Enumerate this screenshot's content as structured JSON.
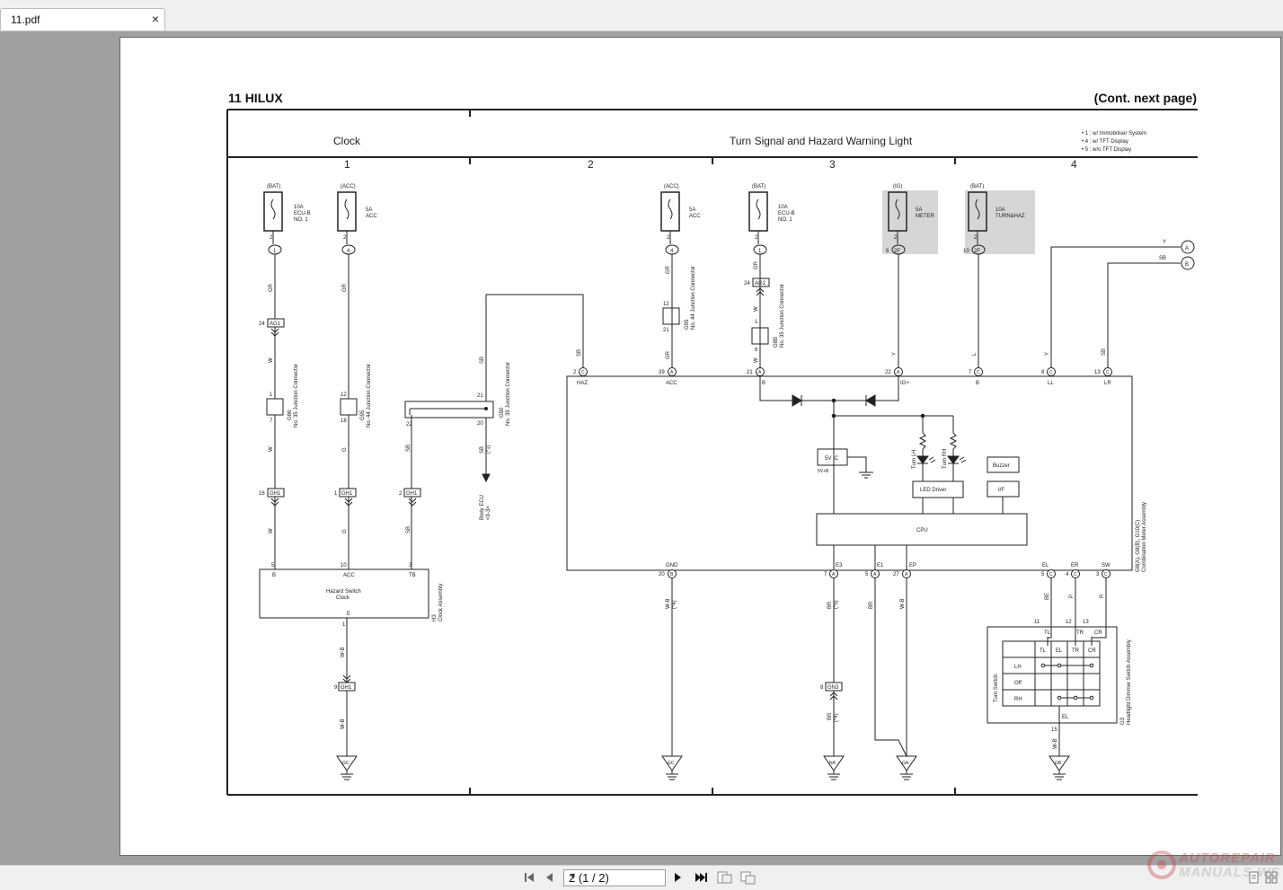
{
  "tab": {
    "title": "11.pdf",
    "close": "×"
  },
  "sheet": {
    "title": "11  HILUX",
    "cont": "(Cont.  next page)"
  },
  "system": {
    "clock": "Clock",
    "turn": "Turn Signal and Hazard Warning Light"
  },
  "notes": [
    "• 1 : w/ Immobiliser System",
    "• 4 : w/ TFT Display",
    "• 5 : w/o TFT Display"
  ],
  "columns": [
    "1",
    "2",
    "3",
    "4"
  ],
  "fuses": [
    {
      "src": "(BAT)",
      "rating": "10A",
      "name1": "ECU-B",
      "name2": "NO. 1",
      "pin": "2",
      "conn": "1"
    },
    {
      "src": "(ACC)",
      "rating": "5A",
      "name1": "ACC",
      "name2": "",
      "pin": "2",
      "conn": "4"
    },
    {
      "src": "(ACC)",
      "rating": "5A",
      "name1": "ACC",
      "name2": "",
      "pin": "2",
      "conn": "4"
    },
    {
      "src": "(BAT)",
      "rating": "10A",
      "name1": "ECU-B",
      "name2": "NO. 1",
      "pin": "2",
      "conn": "1"
    },
    {
      "src": "(IG)",
      "rating": "5A",
      "name1": "METER",
      "name2": "",
      "pin": "2",
      "conn": "2F",
      "side": "6"
    },
    {
      "src": "(BAT)",
      "rating": "10A",
      "name1": "TURN&HAZ",
      "name2": "",
      "pin": "2",
      "conn": "2F",
      "side": "10"
    }
  ],
  "wires": {
    "gr": "GR",
    "w": "W",
    "g": "G",
    "sb": "SB",
    "y": "Y",
    "l": "L",
    "wb": "W-B",
    "br": "BR",
    "be": "BE",
    "p": "P",
    "r": "R"
  },
  "connectors": {
    "ag1": "AG1",
    "gh1": "GH1",
    "gn3": "GN3"
  },
  "junctions": {
    "g86": "G86",
    "g86_name": "No. 35 Junction Connector",
    "g95": "G95",
    "g95_name": "No. 44 Junction Connector",
    "g90": "G90",
    "g90_name": "No. 39 Junction Connector",
    "g8b": "G8B",
    "g8b_name": "No. 35 Junction Connector"
  },
  "clock": {
    "name1": "Hazard Switch",
    "name2": "Clock",
    "id": "H3",
    "assy": "Clock Assembly",
    "pin_b": "B",
    "pin_acc": "ACC",
    "pin_tb": "TB",
    "pin_e": "E"
  },
  "meter": {
    "id": "G8(A), G8(B), G10(C)",
    "assy": "Combination Meter Assembly",
    "top": [
      {
        "num": "2",
        "conn": "C",
        "label": "HAZ"
      },
      {
        "num": "39",
        "conn": "A",
        "label": "ACC"
      },
      {
        "num": "21",
        "conn": "A",
        "label": "B"
      },
      {
        "num": "22",
        "conn": "A",
        "label": "IG+"
      },
      {
        "num": "7",
        "conn": "C",
        "label": "B"
      },
      {
        "num": "8",
        "conn": "C",
        "label": "LL"
      },
      {
        "num": "13",
        "conn": "C",
        "label": "LR"
      }
    ],
    "bottom": [
      {
        "num": "20",
        "conn": "B",
        "label": "GND"
      },
      {
        "num": "7",
        "conn": "A",
        "label": "E3"
      },
      {
        "num": "5",
        "conn": "A",
        "label": "E1"
      },
      {
        "num": "27",
        "conn": "A",
        "label": "EP"
      },
      {
        "num": "5",
        "conn": "C",
        "label": "EL"
      },
      {
        "num": "4",
        "conn": "C",
        "label": "ER"
      },
      {
        "num": "3",
        "conn": "C",
        "label": "SW"
      }
    ],
    "ic": "5V IC",
    "ic_out": "5V+B",
    "lh": "Turn LH",
    "rh": "Turn RH",
    "led": "LED Driver",
    "buzzer": "Buzzer",
    "if": "I/F",
    "cpu": "CPU"
  },
  "body_ecu": {
    "name": "Body ECU",
    "ref": "<9-3>",
    "opt": "(*1)"
  },
  "grounds": [
    "GC",
    "GC",
    "NA",
    "GA",
    "GB"
  ],
  "opts": {
    "o4": "(*4)",
    "o5": "(*5)"
  },
  "offpage": {
    "a": "A",
    "b": "B"
  },
  "sw": {
    "id": "G3",
    "assy": "Headlight Dimmer Switch Assembly",
    "name": "Turn Switch",
    "pins": [
      "11",
      "12",
      "13",
      "15"
    ],
    "plabels": [
      "TL",
      "TR",
      "CR",
      "EL"
    ],
    "cols": [
      "TL",
      "EL",
      "TR",
      "CR"
    ],
    "rows": [
      "LH",
      "Off",
      "RH"
    ]
  },
  "nav": {
    "page": "2 (1 / 2)"
  },
  "watermark": {
    "l1": "AUTOREPAIR",
    "l2": "MANUALS.WS"
  }
}
